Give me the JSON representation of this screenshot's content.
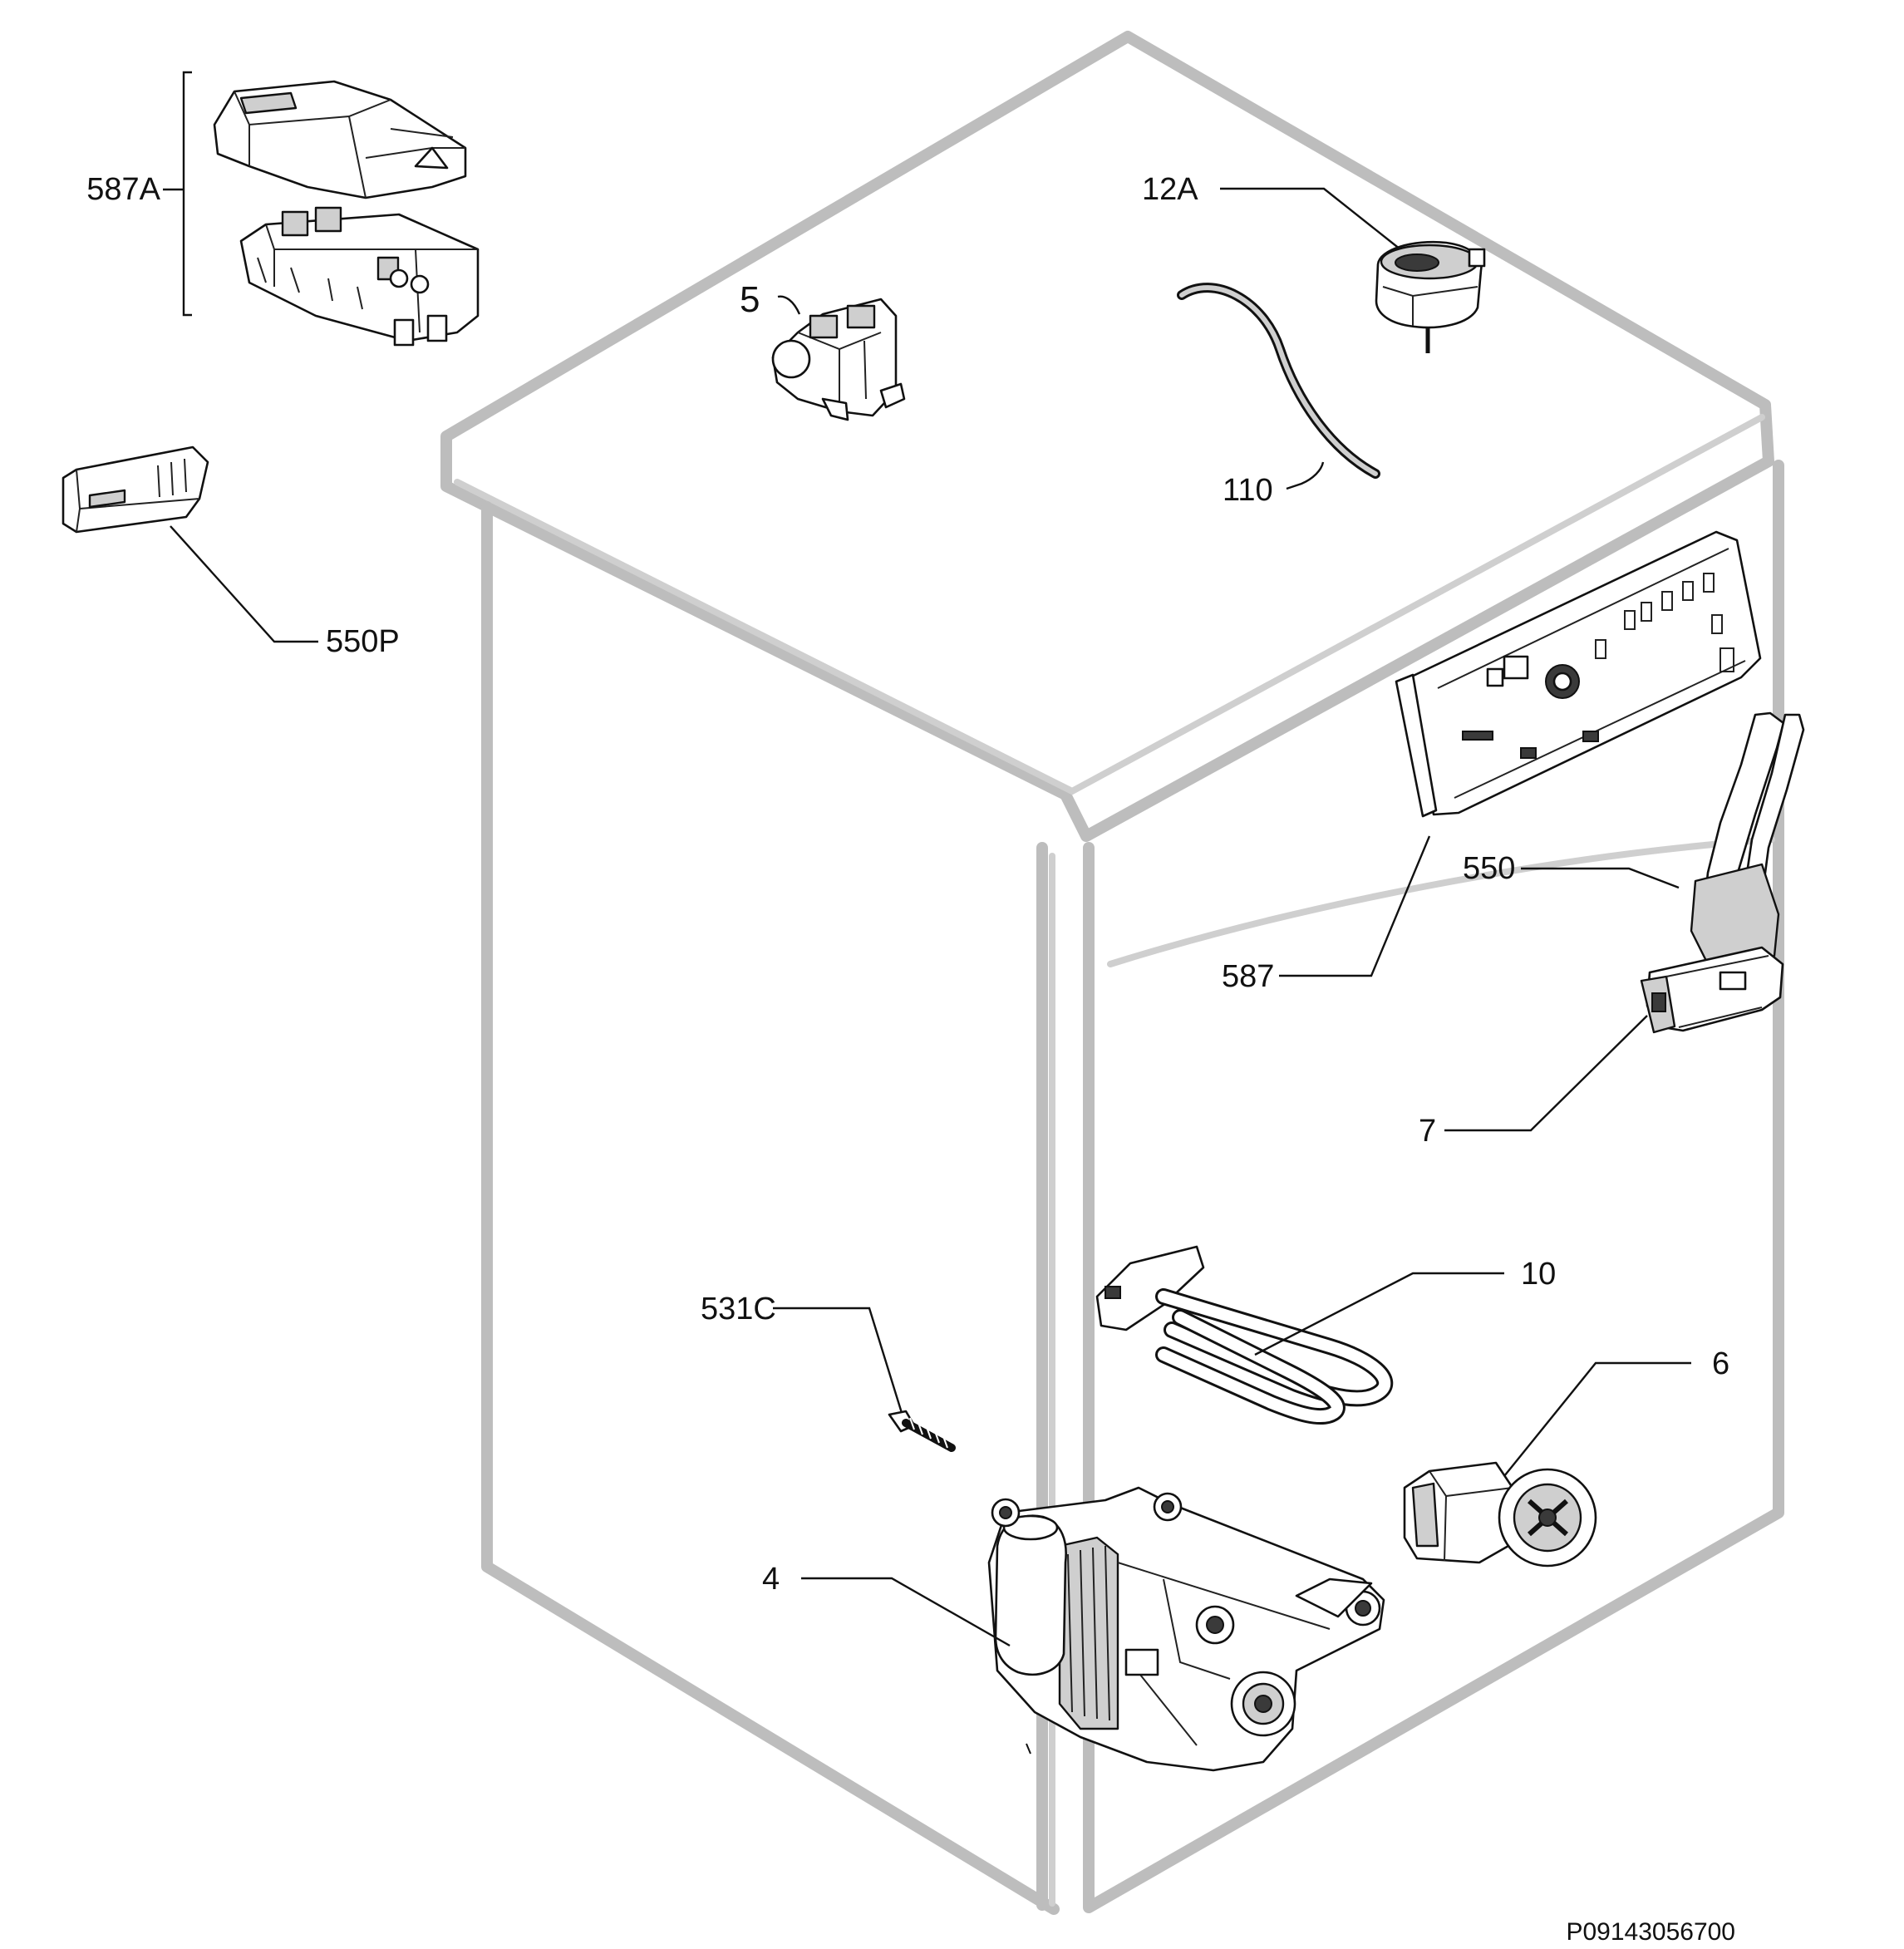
{
  "diagram": {
    "labels": {
      "l587A": "587A",
      "l550P": "550P",
      "l5": "5",
      "l110": "110",
      "l12A": "12A",
      "l587": "587",
      "l550": "550",
      "l7": "7",
      "l10": "10",
      "l531C": "531C",
      "l6": "6",
      "l4": "4"
    },
    "document_code": "P09143056700"
  }
}
